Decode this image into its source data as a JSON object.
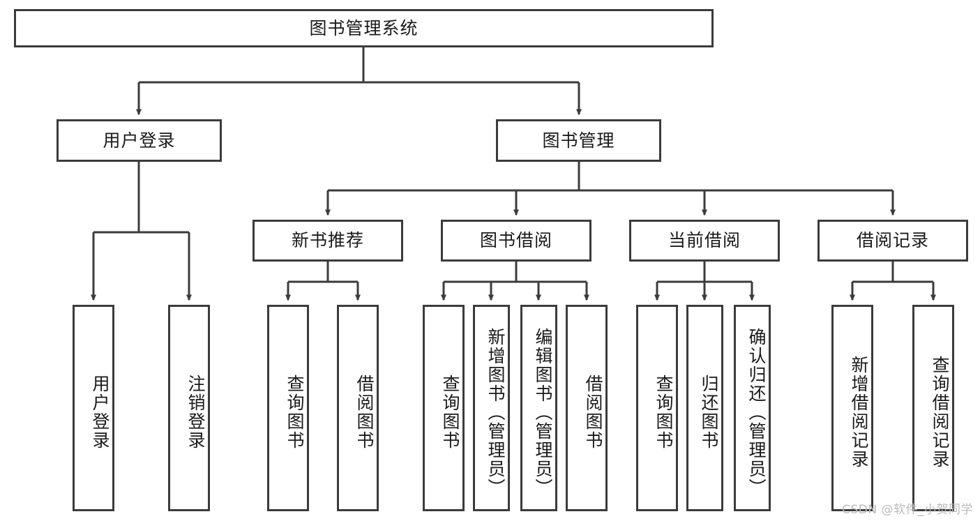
{
  "diagram": {
    "title": "图书管理系统",
    "type": "tree-hierarchy-diagram",
    "watermark": "CSDN @软件_小贺同学",
    "colors": {
      "stroke": "#3b3b3b",
      "fill": "#ffffff",
      "text": "#1a1a1a",
      "watermark": "#b9b9b9"
    },
    "nodes": {
      "root": {
        "label": "图书管理系统"
      },
      "level2": [
        {
          "label": "用户登录"
        },
        {
          "label": "图书管理"
        }
      ],
      "level3": [
        {
          "label": "新书推荐"
        },
        {
          "label": "图书借阅"
        },
        {
          "label": "当前借阅"
        },
        {
          "label": "借阅记录"
        }
      ],
      "leaves": {
        "user_login": [
          {
            "label": "用户登录"
          },
          {
            "label": "注销登录"
          }
        ],
        "new_book_recommend": [
          {
            "label": "查询图书"
          },
          {
            "label": "借阅图书"
          }
        ],
        "book_borrow": [
          {
            "label": "查询图书"
          },
          {
            "label": "新增图书（管理员）"
          },
          {
            "label": "编辑图书（管理员）"
          },
          {
            "label": "借阅图书"
          }
        ],
        "current_borrow": [
          {
            "label": "查询图书"
          },
          {
            "label": "归还图书"
          },
          {
            "label": "确认归还（管理员）"
          }
        ],
        "borrow_record": [
          {
            "label": "新增借阅记录"
          },
          {
            "label": "查询借阅记录"
          }
        ]
      }
    }
  }
}
